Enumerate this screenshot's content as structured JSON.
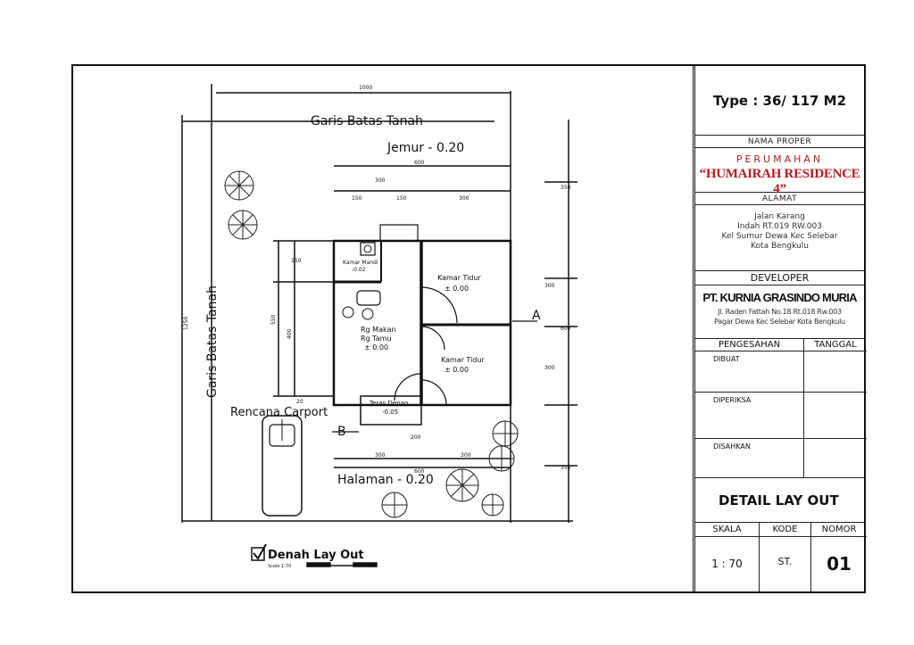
{
  "plan": {
    "garis_top": "Garis Batas Tanah",
    "garis_side": "Garis Batas Tanah",
    "jemur": "Jemur - 0.20",
    "halaman": "Halaman - 0.20",
    "carport": "Rencana Carport",
    "kamar1_name": "Kamar Tidur",
    "kamar1_level": "± 0.00",
    "kamar2_name": "Kamar Tidur",
    "kamar2_level": "± 0.00",
    "rg1": "Rg Makan",
    "rg2": "Rg Tamu",
    "rg_level": "± 0.00",
    "kamar_mandi": "Kamar Mandi",
    "km_level": "-0.02",
    "teras": "Teras Depan",
    "teras_level": "-0.05",
    "section_a": "A",
    "section_b": "B",
    "dims": {
      "top_1000": "1000",
      "d600_top": "600",
      "d300_top": "300",
      "d150": "150",
      "d150b": "150",
      "d300b": "300",
      "right_350": "350",
      "right_300a": "300",
      "right_600": "600",
      "right_300b": "300",
      "right_350b": "350",
      "left_1250": "1250",
      "left_550": "550",
      "left_150": "150",
      "left_400": "400",
      "bot_200": "200",
      "bot_300": "300",
      "bot_300b": "300",
      "bot_600": "600",
      "bot_20": "20"
    },
    "legend_title": "Denah Lay Out",
    "legend_scale": "Scale 1:70"
  },
  "titleblock": {
    "type": "Type : 36/ 117 M2",
    "nama_proper_label": "NAMA PROPER",
    "perumahan": "PERUMAHAN",
    "residence": "“HUMAIRAH RESIDENCE 4”",
    "alamat_label": "ALAMAT",
    "alamat_1": "Jalan Karang",
    "alamat_2": "Indah RT.019 RW.003",
    "alamat_3": "Kel Sumur Dewa Kec Selebar",
    "alamat_4": "Kota Bengkulu",
    "developer_label": "DEVELOPER",
    "developer_name": "PT. KURNIA GRASINDO MURIA",
    "dev_addr_1": "Jl. Raden Fattah No.18 Rt.018 Rw.003",
    "dev_addr_2": "Pagar Dewa Kec Selebar Kota Bengkulu",
    "pengesahan": "PENGESAHAN",
    "tanggal": "TANGGAL",
    "dibuat": "DIBUAT",
    "diperiksa": "DIPERIKSA",
    "disahkan": "DISAHKAN",
    "detail": "DETAIL LAY OUT",
    "skala_label": "SKALA",
    "kode_label": "KODE",
    "nomor_label": "NOMOR",
    "skala": "1 : 70",
    "kode": "ST.",
    "nomor": "01"
  }
}
